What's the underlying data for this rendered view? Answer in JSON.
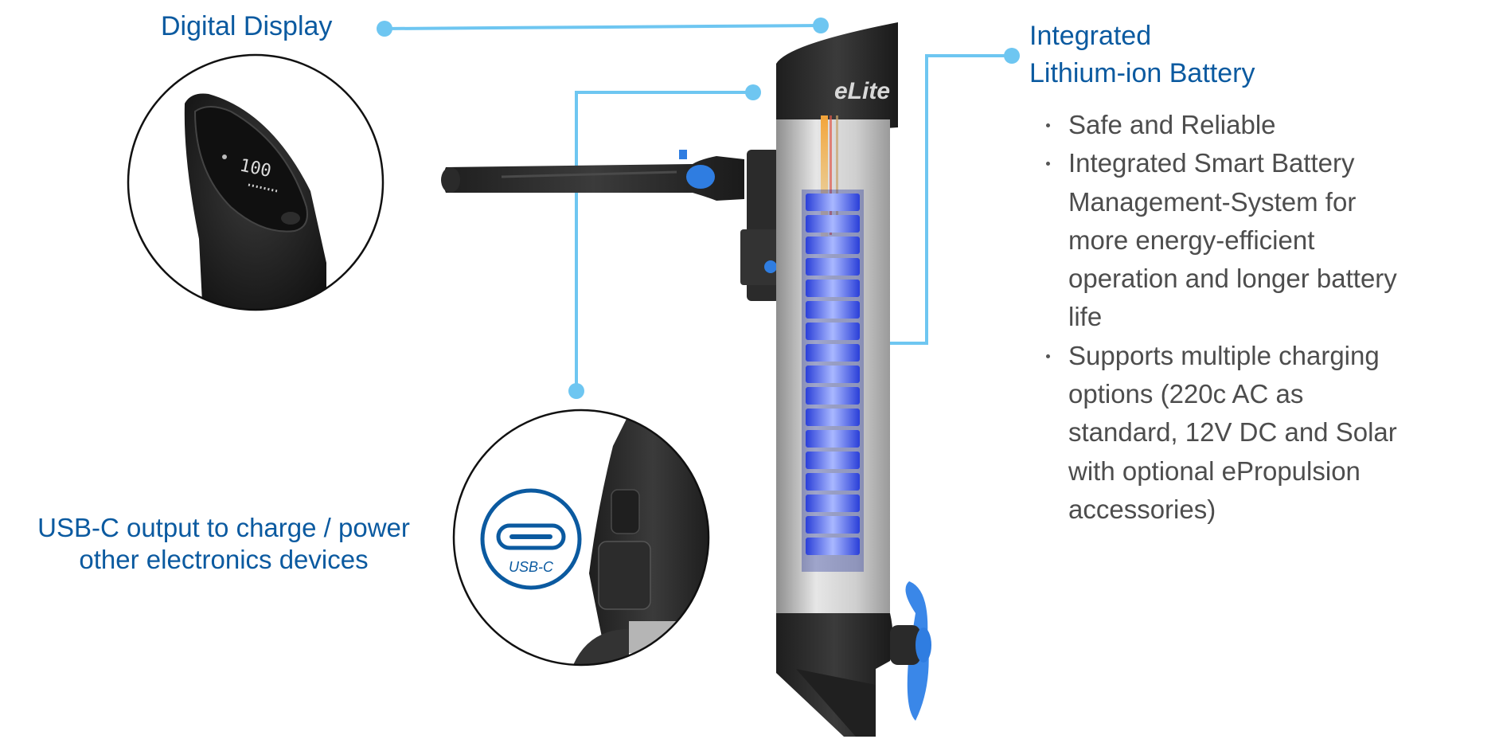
{
  "labels": {
    "digital_display": "Digital Display",
    "usb_c_output": "USB-C output to charge / power other electronics devices",
    "battery_title_line1": "Integrated",
    "battery_title_line2": "Lithium-ion Battery"
  },
  "features": [
    "Safe and Reliable",
    "Integrated Smart Battery Management-System for more energy-efficient operation and longer battery life",
    "Supports multiple charging options (220c AC as standard, 12V DC and Solar with optional ePropulsion accessories)"
  ],
  "product": {
    "brand": "eLite",
    "display_reading": "100",
    "usb_icon_label": "USB-C"
  },
  "colors": {
    "callout_line": "#6ec6f1",
    "label_text": "#0b5aa0",
    "body_text": "#4d4d4d",
    "accent_blue": "#2f7de1",
    "usb_ring": "#0b5aa0"
  }
}
